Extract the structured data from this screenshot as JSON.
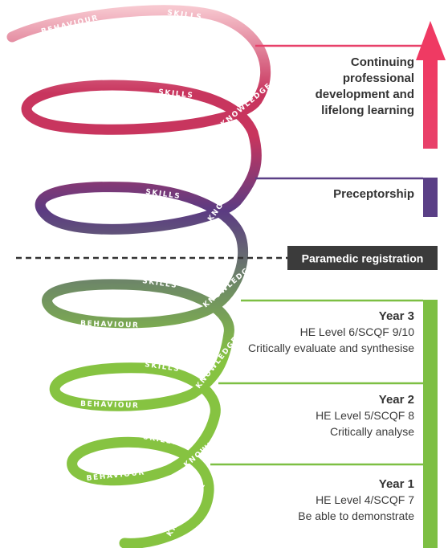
{
  "stages": [
    {
      "id": "cpd",
      "lines": [
        "Continuing",
        "professional",
        "development and",
        "lifelong learning"
      ],
      "color": "#e8416a"
    },
    {
      "id": "preceptorship",
      "lines": [
        "Preceptorship"
      ],
      "color": "#5a3f86"
    },
    {
      "id": "year3",
      "title": "Year 3",
      "lines": [
        "HE Level 6/SCQF 9/10",
        "Critically evaluate and synthesise"
      ],
      "color": "#7dbf43"
    },
    {
      "id": "year2",
      "title": "Year 2",
      "lines": [
        "HE Level 5/SCQF 8",
        "Critically analyse"
      ],
      "color": "#7dbf43"
    },
    {
      "id": "year1",
      "title": "Year 1",
      "lines": [
        "HE Level 4/SCQF 7",
        "Be able to demonstrate"
      ],
      "color": "#7dbf43"
    }
  ],
  "registration": {
    "label": "Paramedic registration",
    "background": "#3b3b3b"
  },
  "coil_words": {
    "behaviour": "BEHAVIOUR",
    "skills": "SKILLS",
    "knowledge": "KNOWLEDGE"
  },
  "coil_colors": {
    "top_fade": "#f7c7cf",
    "pink": "#c8355e",
    "purple": "#5b3b82",
    "grey_green": "#6e8a66",
    "green": "#86c341"
  }
}
